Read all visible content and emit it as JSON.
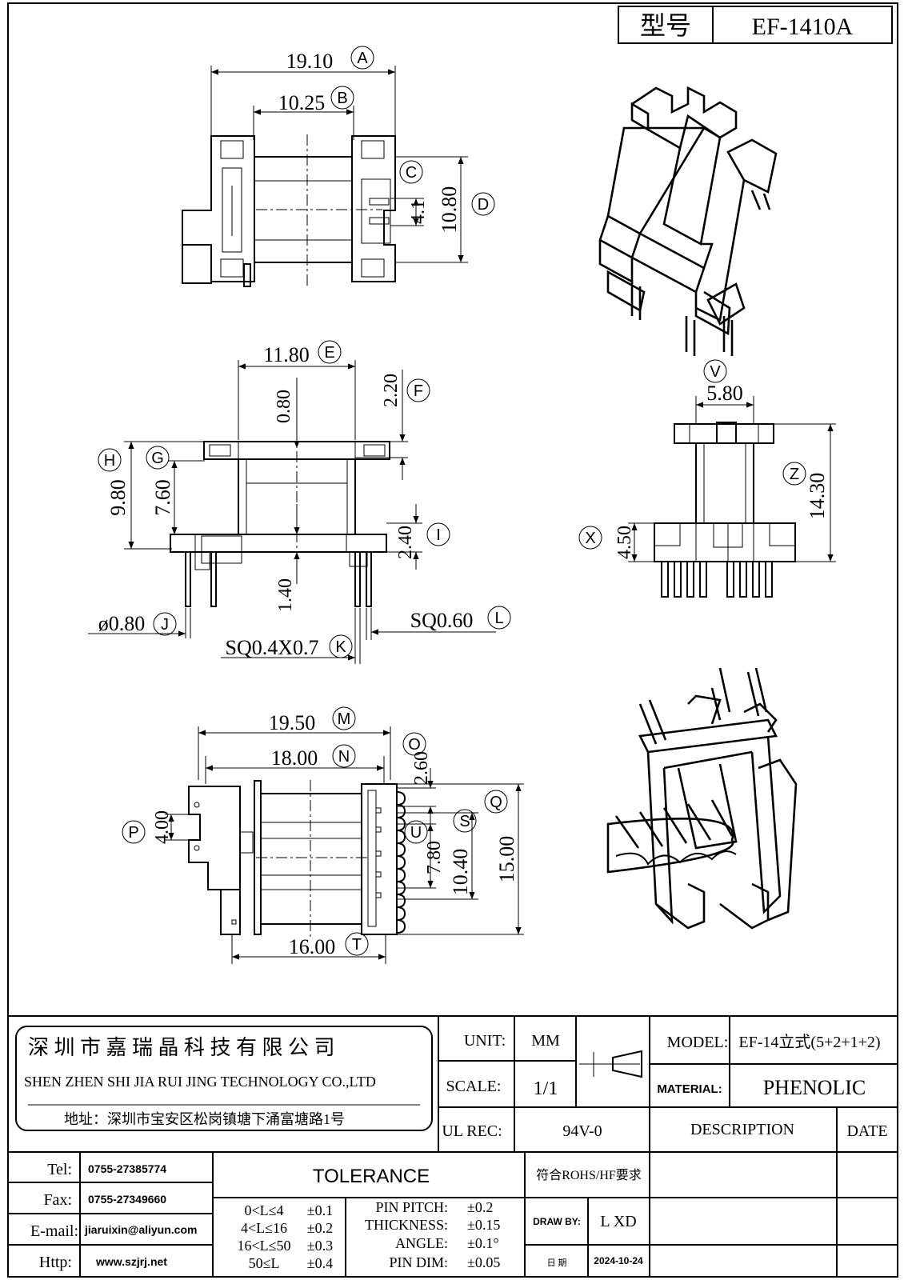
{
  "title_block": {
    "model_label": "型号",
    "model_value": "EF-1410A"
  },
  "dimensions": {
    "A": {
      "value": "19.10",
      "label": "A"
    },
    "B": {
      "value": "10.25",
      "label": "B"
    },
    "C": {
      "value": "4.1",
      "label": "C"
    },
    "D": {
      "value": "10.80",
      "label": "D"
    },
    "E": {
      "value": "11.80",
      "label": "E"
    },
    "E2": {
      "value": "0.80"
    },
    "F": {
      "value": "2.20",
      "label": "F"
    },
    "G": {
      "value": "7.60",
      "label": "G"
    },
    "H": {
      "value": "9.80",
      "label": "H"
    },
    "I": {
      "value": "2.40",
      "label": "I"
    },
    "I2": {
      "value": "1.40"
    },
    "J": {
      "value": "ø0.80",
      "label": "J"
    },
    "K": {
      "value": "SQ0.4X0.7",
      "label": "K"
    },
    "L": {
      "value": "SQ0.60",
      "label": "L"
    },
    "M": {
      "value": "19.50",
      "label": "M"
    },
    "N": {
      "value": "18.00",
      "label": "N"
    },
    "O": {
      "value": "2.60",
      "label": "O"
    },
    "P": {
      "value": "4.00",
      "label": "P"
    },
    "Q": {
      "value": "15.00",
      "label": "Q"
    },
    "S": {
      "value": "10.40",
      "label": "S"
    },
    "U": {
      "value": "7.80",
      "label": "U"
    },
    "T": {
      "value": "16.00",
      "label": "T"
    },
    "V": {
      "value": "5.80",
      "label": "V"
    },
    "X": {
      "value": "4.50",
      "label": "X"
    },
    "Z": {
      "value": "14.30",
      "label": "Z"
    }
  },
  "company": {
    "name_cn": "深 圳 市 嘉 瑞 晶 科 技 有 限 公 司",
    "name_en": "SHEN ZHEN SHI   JIA RUI JING   TECHNOLOGY CO.,LTD",
    "address": "地址：深圳市宝安区松岗镇塘下涌富塘路1号"
  },
  "spec": {
    "unit_label": "UNIT:",
    "unit_value": "MM",
    "scale_label": "SCALE:",
    "scale_value": "1/1",
    "ul_label": "UL REC:",
    "ul_value": "94V-0",
    "model_label": "MODEL:",
    "model_value": "EF-14立式(5+2+1+2)",
    "material_label": "MATERIAL:",
    "material_value": "PHENOLIC",
    "description_label": "DESCRIPTION",
    "date_label": "DATE",
    "rohs": "符合ROHS/HF要求",
    "draw_by_label": "DRAW BY:",
    "draw_by_value": "L XD",
    "date_cn_label": "日 期",
    "date_value": "2024-10-24"
  },
  "contact": {
    "tel_label": "Tel:",
    "tel": "0755-27385774",
    "fax_label": "Fax:",
    "fax": "0755-27349660",
    "email_label": "E-mail:",
    "email": "jiaruixin@aliyun.com",
    "http_label": "Http:",
    "http": "www.szjrj.net"
  },
  "tolerance": {
    "title": "TOLERANCE",
    "ranges": [
      {
        "range": "0<L≤4",
        "tol": "±0.1"
      },
      {
        "range": "4<L≤16",
        "tol": "±0.2"
      },
      {
        "range": "16<L≤50",
        "tol": "±0.3"
      },
      {
        "range": "50≤L",
        "tol": "±0.4"
      }
    ],
    "items": [
      {
        "name": "PIN PITCH:",
        "tol": "±0.2"
      },
      {
        "name": "THICKNESS:",
        "tol": "±0.15"
      },
      {
        "name": "ANGLE:",
        "tol": "±0.1°"
      },
      {
        "name": "PIN DIM:",
        "tol": "±0.05"
      }
    ]
  }
}
